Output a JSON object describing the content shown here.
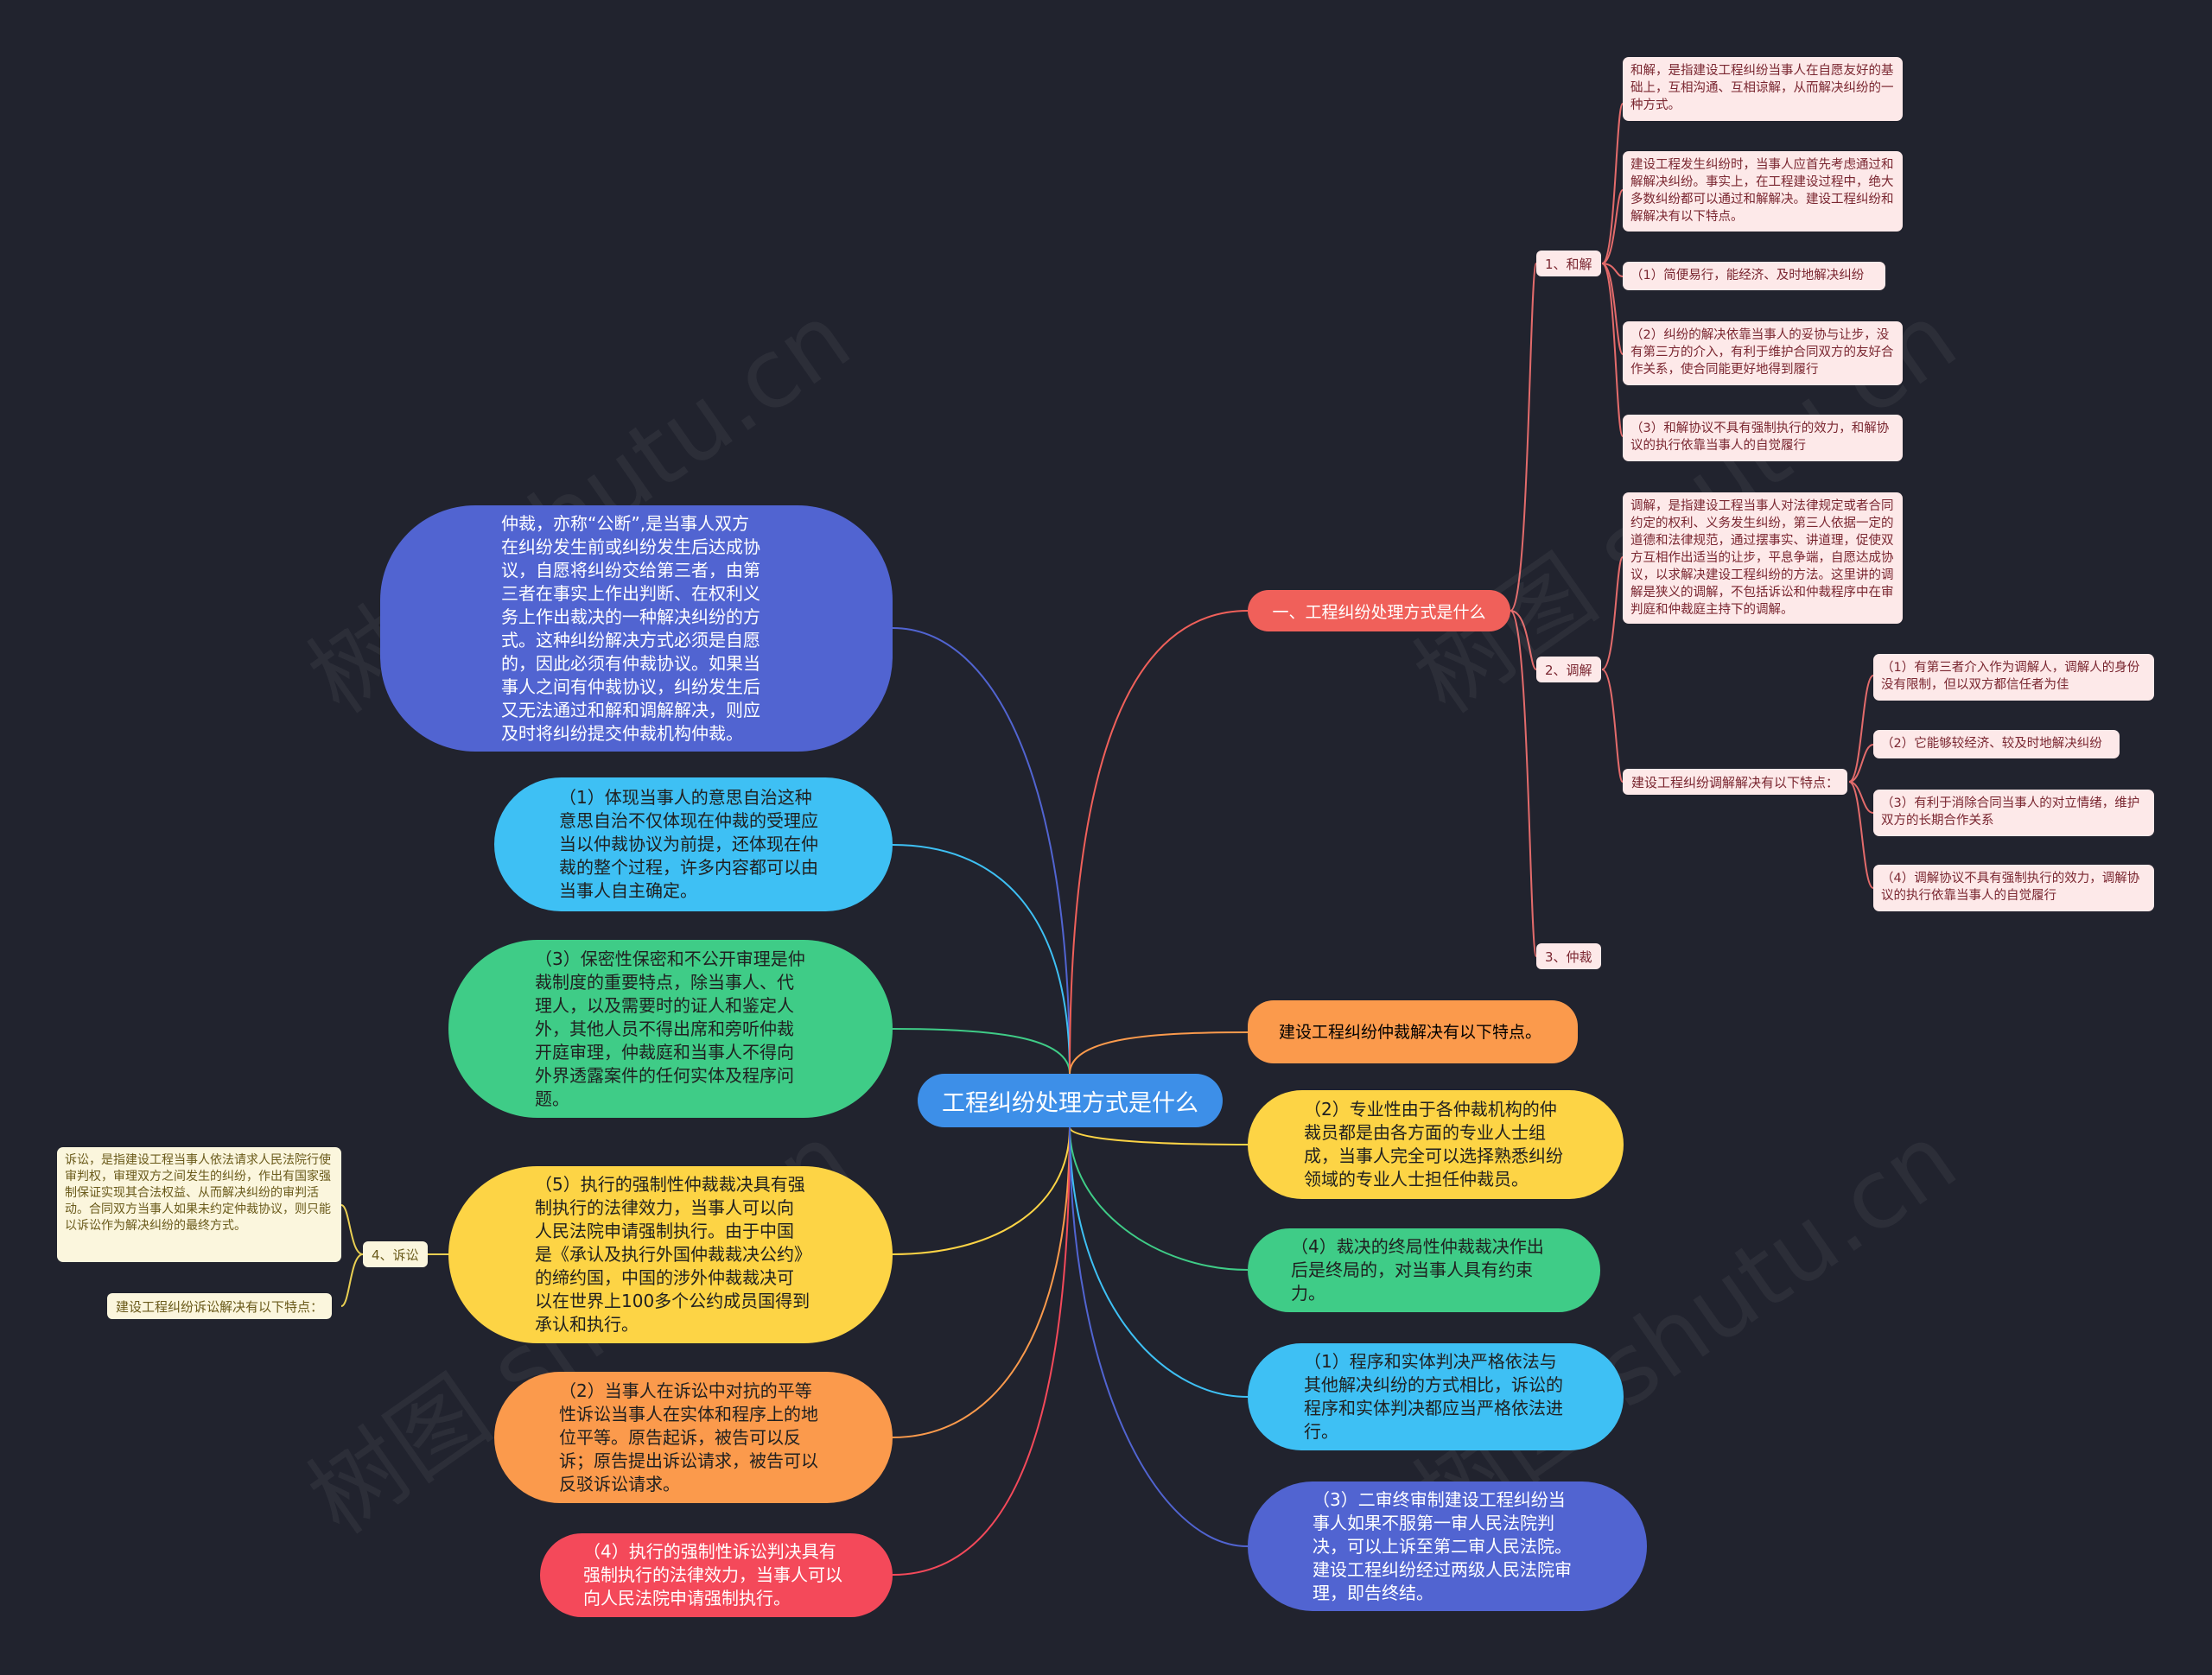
{
  "center": "工程纠纷处理方式是什么",
  "branch1": "一、工程纠纷处理方式是什么",
  "hejie": {
    "label": "1、和解",
    "items": [
      "和解，是指建设工程纠纷当事人在自愿友好的基础上，互相沟通、互相谅解，从而解决纠纷的一种方式。",
      "建设工程发生纠纷时，当事人应首先考虑通过和解解决纠纷。事实上，在工程建设过程中，绝大多数纠纷都可以通过和解解决。建设工程纠纷和解解决有以下特点。",
      "（1）简便易行，能经济、及时地解决纠纷",
      "（2）纠纷的解决依靠当事人的妥协与让步，没有第三方的介入，有利于维护合同双方的友好合作关系，使合同能更好地得到履行",
      "（3）和解协议不具有强制执行的效力，和解协议的执行依靠当事人的自觉履行"
    ]
  },
  "tiaojie": {
    "label": "2、调解",
    "definition": "调解，是指建设工程当事人对法律规定或者合同约定的权利、义务发生纠纷，第三人依据一定的道德和法律规范，通过摆事实、讲道理，促使双方互相作出适当的让步，平息争端，自愿达成协议，以求解决建设工程纠纷的方法。这里讲的调解是狭义的调解，不包括诉讼和仲裁程序中在审判庭和仲裁庭主持下的调解。",
    "features_label": "建设工程纠纷调解解决有以下特点：",
    "features": [
      "（1）有第三者介入作为调解人，调解人的身份没有限制，但以双方都信任者为佳",
      "（2）它能够较经济、较及时地解决纠纷",
      "（3）有利于消除合同当事人的对立情绪，维护双方的长期合作关系",
      "（4）调解协议不具有强制执行的效力，调解协议的执行依靠当事人的自觉履行"
    ]
  },
  "zhongcai_label": "3、仲裁",
  "susong": {
    "label": "4、诉讼",
    "definition": "诉讼，是指建设工程当事人依法请求人民法院行使审判权，审理双方之间发生的纠纷，作出有国家强制保证实现其合法权益、从而解决纠纷的审判活动。合同双方当事人如果未约定仲裁协议，则只能以诉讼作为解决纠纷的最终方式。",
    "features_label": "建设工程纠纷诉讼解决有以下特点："
  },
  "bubbles_left": [
    "仲裁，亦称“公断”,是当事人双方在纠纷发生前或纠纷发生后达成协议，自愿将纠纷交给第三者，由第三者在事实上作出判断、在权利义务上作出裁决的一种解决纠纷的方式。这种纠纷解决方式必须是自愿的，因此必须有仲裁协议。如果当事人之间有仲裁协议，纠纷发生后又无法通过和解和调解解决，则应及时将纠纷提交仲裁机构仲裁。",
    "（1）体现当事人的意思自治这种意思自治不仅体现在仲裁的受理应当以仲裁协议为前提，还体现在仲裁的整个过程，许多内容都可以由当事人自主确定。",
    "（3）保密性保密和不公开审理是仲裁制度的重要特点，除当事人、代理人，以及需要时的证人和鉴定人外，其他人员不得出席和旁听仲裁开庭审理，仲裁庭和当事人不得向外界透露案件的任何实体及程序问题。",
    "（5）执行的强制性仲裁裁决具有强制执行的法律效力，当事人可以向人民法院申请强制执行。由于中国是《承认及执行外国仲裁裁决公约》的缔约国，中国的涉外仲裁裁决可以在世界上100多个公约成员国得到承认和执行。",
    "（2）当事人在诉讼中对抗的平等性诉讼当事人在实体和程序上的地位平等。原告起诉，被告可以反诉；原告提出诉讼请求，被告可以反驳诉讼请求。",
    "（4）执行的强制性诉讼判决具有强制执行的法律效力，当事人可以向人民法院申请强制执行。"
  ],
  "bubbles_right": [
    "建设工程纠纷仲裁解决有以下特点。",
    "（2）专业性由于各仲裁机构的仲裁员都是由各方面的专业人士组成，当事人完全可以选择熟悉纠纷领域的专业人士担任仲裁员。",
    "（4）裁决的终局性仲裁裁决作出后是终局的，对当事人具有约束力。",
    "（1）程序和实体判决严格依法与其他解决纠纷的方式相比，诉讼的程序和实体判决都应当严格依法进行。",
    "（3）二审终审制建设工程纠纷当事人如果不服第一审人民法院判决，可以上诉至第二审人民法院。建设工程纠纷经过两级人民法院审理，即告终结。"
  ],
  "watermarks": [
    "树图 shutu.cn",
    "树图 shutu.cn",
    "树图 shutu.cn",
    "树图 shutu.cn"
  ],
  "colors": {
    "background": "#21232e",
    "center": "#3d8fe8",
    "branch1": "#f0605a",
    "blue": "#5164d1",
    "cyan": "#3ec0f4",
    "green": "#3fcc87",
    "yellow": "#fdd445",
    "orange": "#fb9a4c",
    "red": "#f4495a",
    "pink_card": "#fde9e9",
    "yellow_card": "#fbf6dd"
  }
}
